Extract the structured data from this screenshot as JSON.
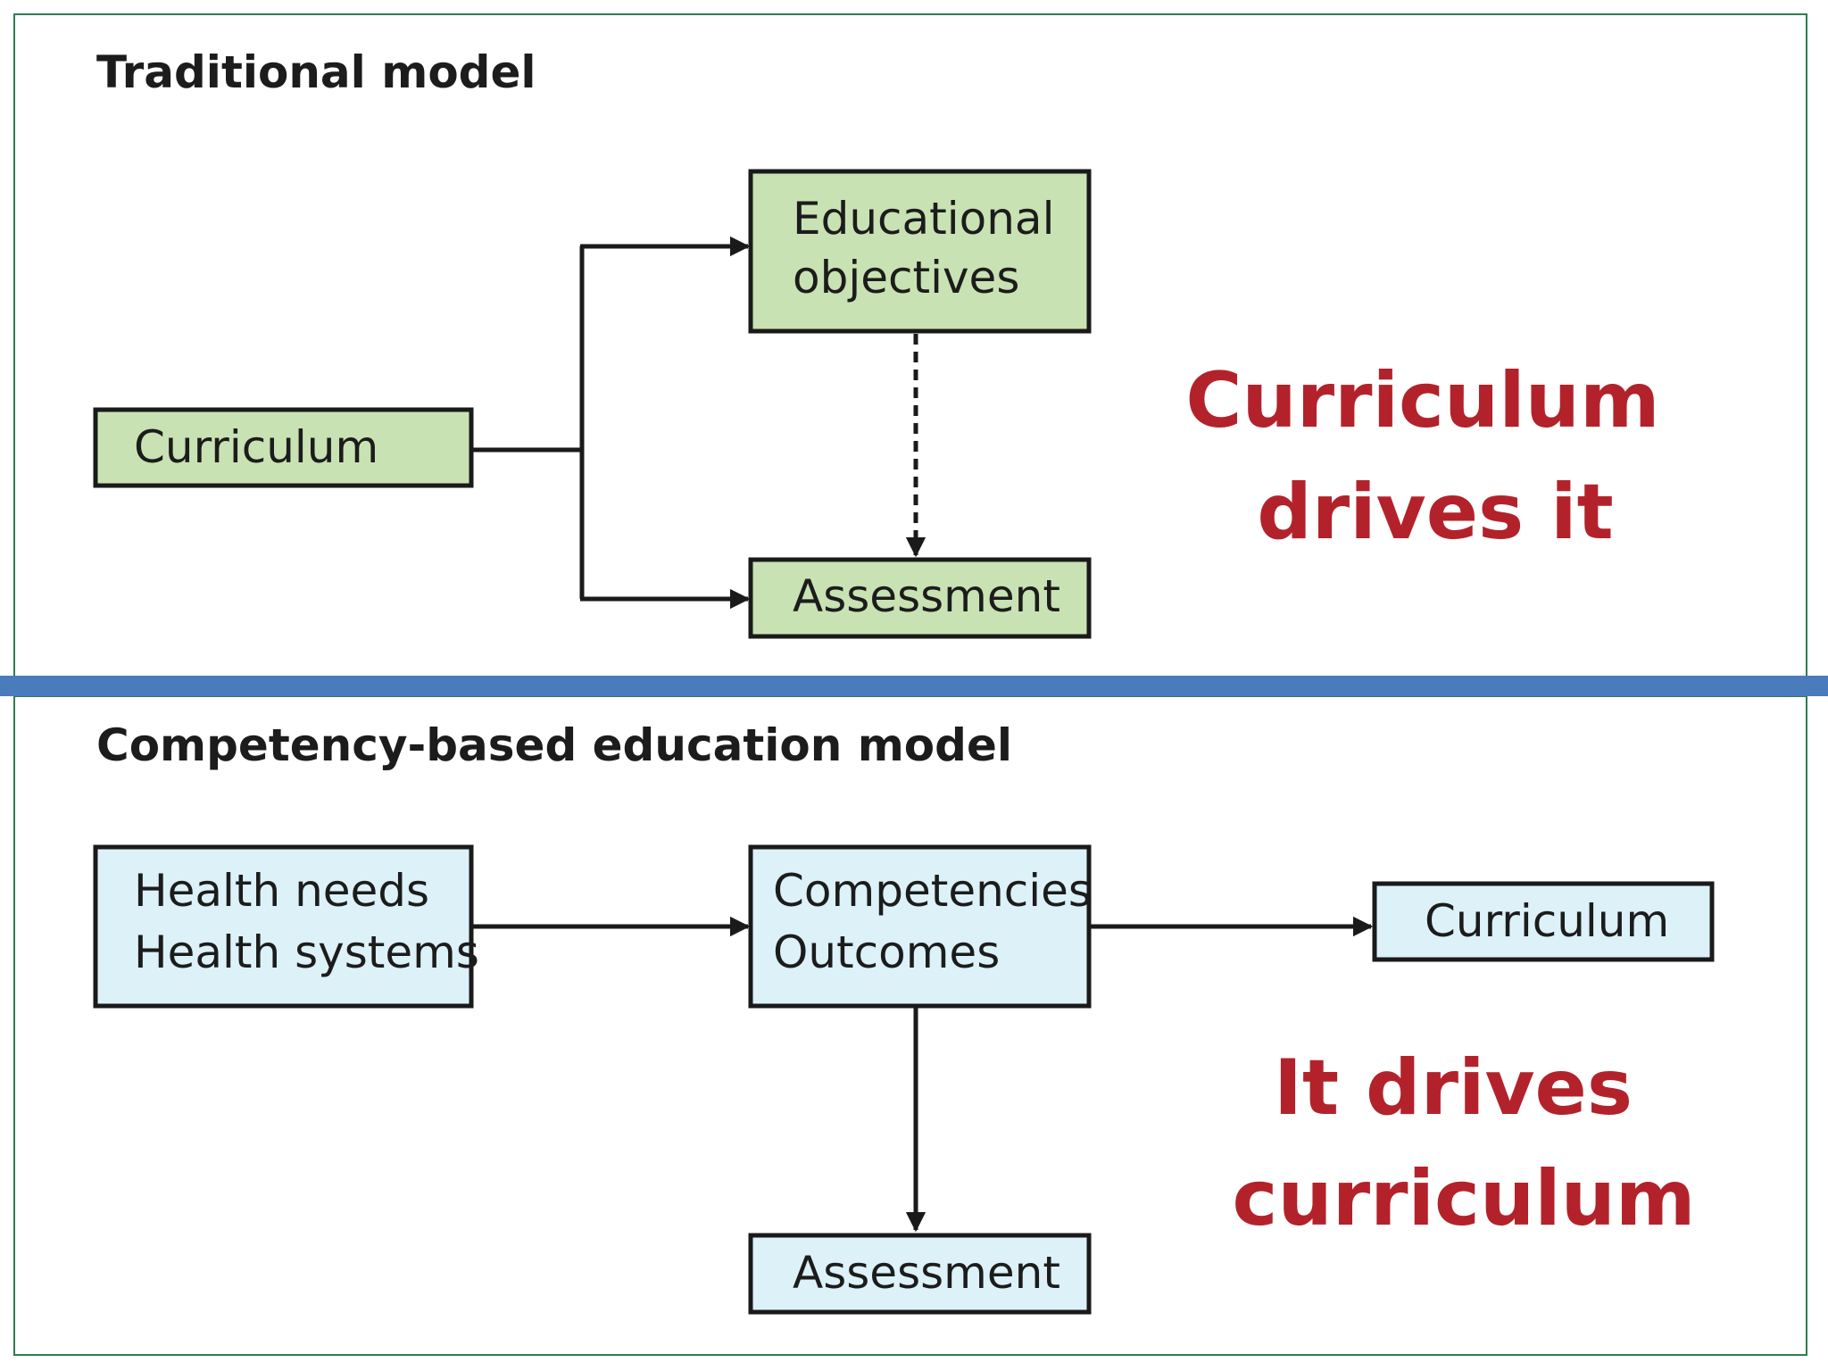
{
  "colors": {
    "green_box": "#c9e2b3",
    "blue_box": "#ddf1f8",
    "divider": "#4a7bbd",
    "frame": "#2e7d4f",
    "callout": "#b3222b"
  },
  "traditional": {
    "title": "Traditional model",
    "curriculum": "Curriculum",
    "objectives_line1": "Educational",
    "objectives_line2": "objectives",
    "assessment": "Assessment",
    "callout_line1": "Curriculum",
    "callout_line2": "drives it"
  },
  "competency": {
    "title": "Competency-based education model",
    "needs_line1": "Health needs",
    "needs_line2": "Health systems",
    "competencies_line1": "Competencies",
    "competencies_line2": "Outcomes",
    "curriculum": "Curriculum",
    "assessment": "Assessment",
    "callout_line1": "It drives",
    "callout_line2": "curriculum"
  }
}
